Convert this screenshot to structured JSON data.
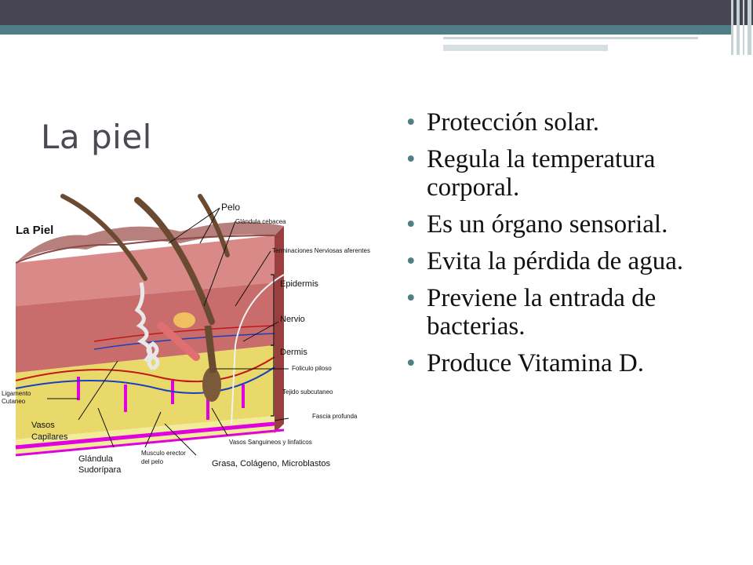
{
  "slide": {
    "title": "La piel",
    "bullets": [
      "Protección solar.",
      "Regula la temperatura corporal.",
      "Es un órgano sensorial.",
      "Evita la pérdida de agua.",
      "Previene la entrada de bacterias.",
      "Produce Vitamina D."
    ],
    "accent_color": "#4f7e86",
    "header_color": "#474552"
  },
  "diagram": {
    "heading": "La Piel",
    "labels": {
      "pelo": "Pelo",
      "glandula_cebacea": "Glándula cebacea",
      "terminaciones": "Terminaciones Nerviosas aferentes",
      "epidermis": "Epidermis",
      "nervio": "Nervio",
      "dermis": "Dermis",
      "foliculo": "Foliculo piloso",
      "tejido": "Tejido subcutaneo",
      "fascia": "Fascia profunda",
      "vasos_sanguineos": "Vasos Sanguineos y linfaticos",
      "grasa": "Grasa, Colágeno, Microblastos",
      "musculo_1": "Musculo erector",
      "musculo_2": "del pelo",
      "glandula_sud_1": "Glándula",
      "glandula_sud_2": "Sudorípara",
      "vasos_cap_1": "Vasos",
      "vasos_cap_2": "Capilares",
      "ligamento_1": "Ligamento",
      "ligamento_2": "Cutaneo"
    }
  }
}
